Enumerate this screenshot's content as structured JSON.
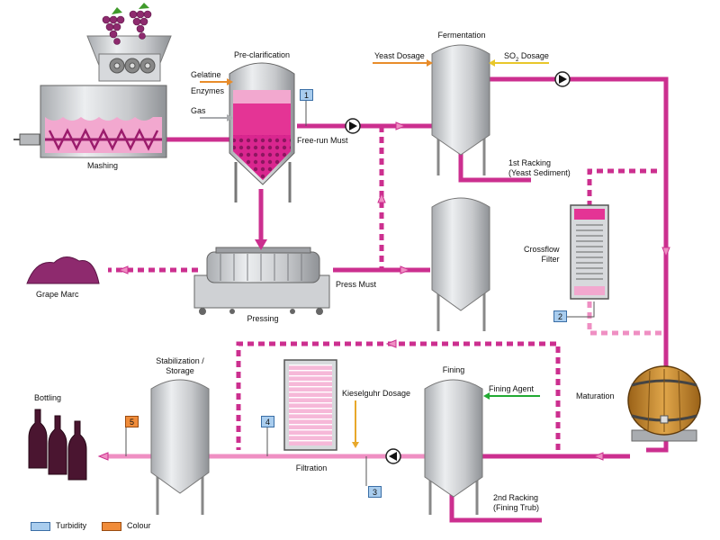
{
  "labels": {
    "mashing": "Mashing",
    "pre_clarification": "Pre-clarification",
    "gelatine": "Gelatine",
    "enzymes": "Enzymes",
    "gas": "Gas",
    "free_run_must": "Free-run Must",
    "fermentation": "Fermentation",
    "yeast_dosage": "Yeast Dosage",
    "so2_prefix": "SO",
    "so2_sub": "2",
    "so2_suffix": " Dosage",
    "first_racking_1": "1st Racking",
    "first_racking_2": "(Yeast Sediment)",
    "crossflow_1": "Crossflow",
    "crossflow_2": "Filter",
    "grape_marc": "Grape Marc",
    "pressing": "Pressing",
    "press_must": "Press Must",
    "stabilization_1": "Stabilization /",
    "stabilization_2": "Storage",
    "bottling": "Bottling",
    "kieselguhr_dosage": "Kieselguhr Dosage",
    "filtration": "Filtration",
    "fining": "Fining",
    "fining_agent": "Fining Agent",
    "maturation": "Maturation",
    "second_racking_1": "2nd Racking",
    "second_racking_2": "(Fining Trub)"
  },
  "badges": {
    "b1": "1",
    "b2": "2",
    "b3": "3",
    "b4": "4",
    "b5": "5"
  },
  "legend": {
    "turbidity": "Turbidity",
    "colour": "Colour"
  },
  "colors": {
    "must_pipe": "#cc2f8f",
    "wine_pipe": "#ef8fc3",
    "tank_steel": "#c9cbce",
    "turbidity": "#a9cdee",
    "colour": "#f08c3a",
    "gelatine_line": "#e88c2a",
    "fining_agent_line": "#22aa33",
    "barrel_wood": "#c98a2c",
    "grape": "#8e2a6e",
    "bottle": "#4a1530"
  }
}
